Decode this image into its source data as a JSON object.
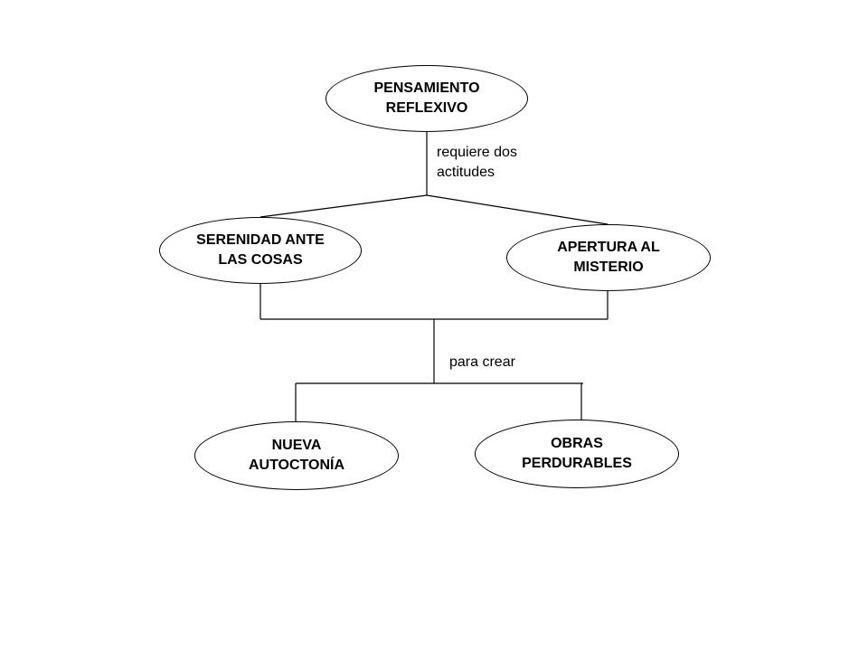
{
  "diagram": {
    "nodes": {
      "pensamiento": {
        "label": "PENSAMIENTO\nREFLEXIVO"
      },
      "serenidad": {
        "label": "SERENIDAD ANTE\nLAS COSAS"
      },
      "apertura": {
        "label": "APERTURA AL\nMISTERIO"
      },
      "autoctonia": {
        "label": "NUEVA\nAUTOCTONÍA"
      },
      "obras": {
        "label": "OBRAS\nPERDURABLES"
      }
    },
    "edge_labels": {
      "requiere": "requiere dos\nactitudes",
      "para_crear": "para crear"
    },
    "colors": {
      "stroke": "#000000",
      "fill": "#ffffff",
      "text": "#000000"
    }
  }
}
